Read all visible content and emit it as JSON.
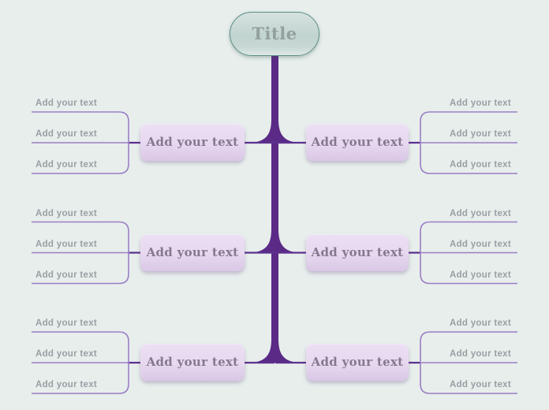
{
  "title": {
    "label": "Title"
  },
  "colors": {
    "background": "#e7eeec",
    "spine": "#5b2a86",
    "connector_dark": "#5d3190",
    "connector_light": "#9c7ec5",
    "node_fill": "#e6d8ef",
    "node_text": "#85788f",
    "title_fill": "#c7d8d4",
    "title_border": "#5c8e88",
    "title_text": "#93a09d",
    "leaf_text": "#99a0a4"
  },
  "rows": [
    {
      "left": {
        "node_label": "Add your text",
        "leaves": [
          "Add your text",
          "Add your text",
          "Add your text"
        ]
      },
      "right": {
        "node_label": "Add your text",
        "leaves": [
          "Add your text",
          "Add your text",
          "Add your text"
        ]
      }
    },
    {
      "left": {
        "node_label": "Add your text",
        "leaves": [
          "Add your text",
          "Add your text",
          "Add your text"
        ]
      },
      "right": {
        "node_label": "Add your text",
        "leaves": [
          "Add your text",
          "Add your text",
          "Add your text"
        ]
      }
    },
    {
      "left": {
        "node_label": "Add your text",
        "leaves": [
          "Add your text",
          "Add your text",
          "Add your text"
        ]
      },
      "right": {
        "node_label": "Add your text",
        "leaves": [
          "Add your text",
          "Add your text",
          "Add your text"
        ]
      }
    }
  ]
}
